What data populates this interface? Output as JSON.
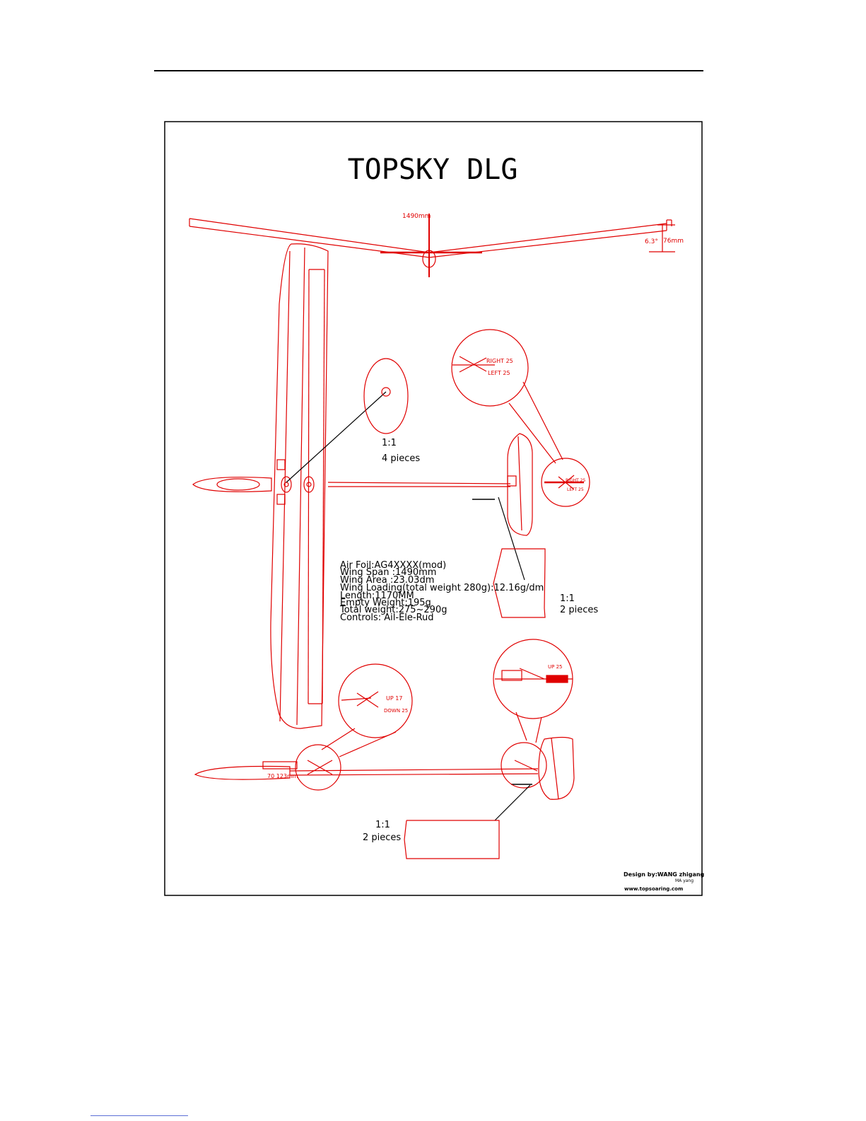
{
  "drawing": {
    "title": "TOPSKY DLG",
    "span_dim": "1490mm",
    "dihedral_angle": "6.3°",
    "tip_height": "76mm",
    "servo_right": "RIGHT 25",
    "servo_left": "LEFT 25",
    "tail_right": "RIGHT 25",
    "tail_left": "LEFT 25",
    "elev_up": "UP 17",
    "elev_down": "DOWN 25",
    "rudder_up": "UP 25",
    "nose_dim": "70 123mm",
    "part1_scale": "1:1",
    "part1_qty": "4 pieces",
    "part2_scale": "1:1",
    "part2_qty": "2 pieces",
    "part3_scale": "1:1",
    "part3_qty": "2 pieces",
    "specs": [
      "Air Foil:AG4XXXX(mod)",
      "Wing Span :1490mm",
      "Wing Area :23.03dm",
      "Wing Loading(total weight 280g):12.16g/dm",
      "Length:1170MM",
      "Empty Weight:195g",
      "Total weight:275~290g",
      "Controls: Ail-Ele-Rud"
    ],
    "credit_line1": "Design by:WANG zhigang",
    "credit_line2": "MA yang",
    "credit_url": "www.topsoaring.com"
  },
  "colors": {
    "line": "#e00000",
    "text": "#000000"
  }
}
